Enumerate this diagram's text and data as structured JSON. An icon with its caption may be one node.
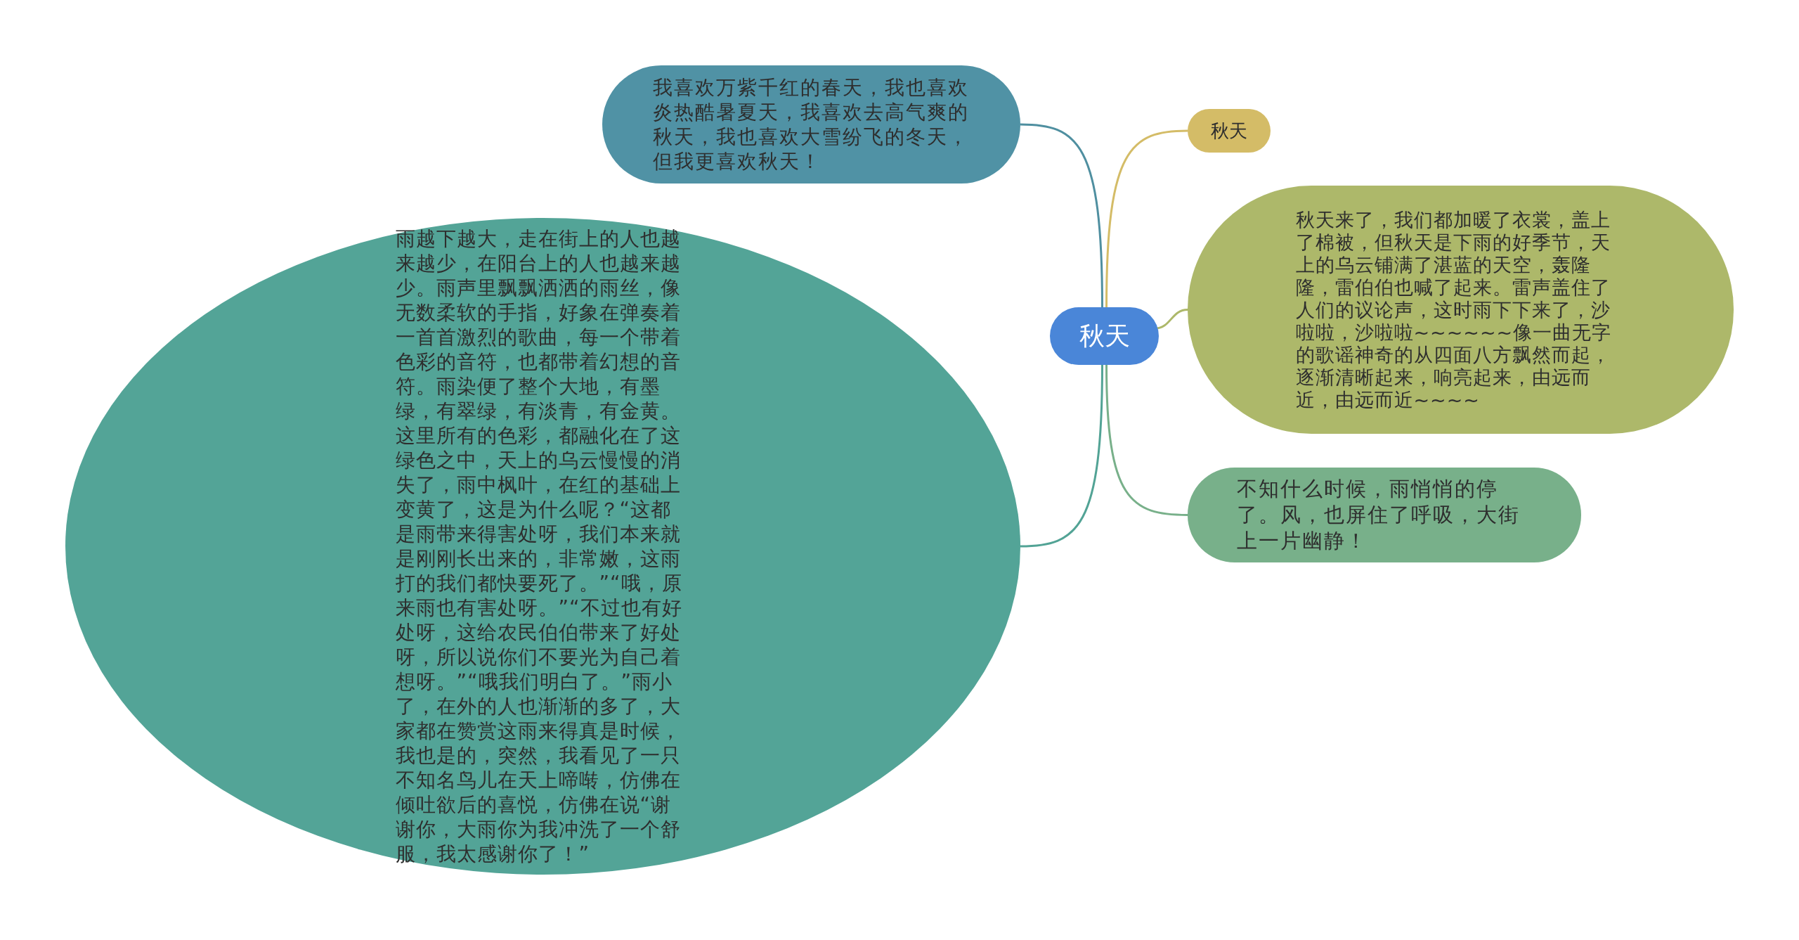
{
  "diagram": {
    "nodes": [
      {
        "text": [
          "秋天"
        ]
      },
      {
        "text": [
          "我喜欢万紫千红的春天，我也喜欢炎热酷暑夏天，我喜欢去高气爽的秋天，我也喜欢大雪纷飞的冬天，但我更喜欢秋天！"
        ]
      },
      {
        "text": [
          "秋天"
        ]
      },
      {
        "text": [
          "秋天来了，我们都加暖了衣裳，盖上了棉被，但秋天是下雨的好季节，天上的乌云铺满了湛蓝的天空，轰隆隆，雷伯伯也喊了起来。雷声盖住了人们的议论声，这时雨下下来了，沙啦啦，沙啦啦~~~~~~像一曲无字的歌谣神奇的从四面八方飘然而起，逐渐清晰起来，响亮起来，由远而近，由远而近~~~~"
        ]
      },
      {
        "text": [
          "雨越下越大，走在街上的人也越来越少，在阳台上的人也越来越少。雨声里飘飘洒洒的雨丝，像无数柔软的手指，好象在弹奏着一首首激烈的歌曲，每一个带着色彩的音符，也都带着幻想的音符。雨染便了整个大地，有墨绿，有翠绿，有淡青，有金黄。这里所有的色彩，都融化在了这绿色之中，天上的乌云慢慢的消失了，雨中枫叶，在红的基础上变黄了，这是为什么呢？“这都是雨带来得害处呀，我们本来就是刚刚长出来的，非常嫩，这雨打的我们都快要死了。”“哦，原来雨也有害处呀。”“不过也有好处呀，这给农民伯伯带来了好处呀，所以说你们不要光为自己着想呀。”“哦我们明白了。”雨小了，在外的人也渐渐的多了，大家都在赞赏这雨来得真是时候，我也是的，突然，我看见了一只不知名鸟儿在天上啼啭，仿佛在倾吐欲后的喜悦，仿佛在说“谢谢你，大雨你为我冲洗了一个舒服，我太感谢你了！”"
        ]
      },
      {
        "text": [
          "不知什么时候，雨悄悄的停了。风，也屏住了呼吸，大街上一片幽静！"
        ]
      }
    ],
    "edges": [
      {
        "from": 0,
        "to": 1,
        "arrow": "none",
        "color": "#4f8fa0"
      },
      {
        "from": 0,
        "to": 2,
        "arrow": "none",
        "color": "#d4bc67"
      },
      {
        "from": 0,
        "to": 3,
        "arrow": "none",
        "color": "#adb86a"
      },
      {
        "from": 0,
        "to": 4,
        "arrow": "none",
        "color": "#52a395"
      },
      {
        "from": 0,
        "to": 5,
        "arrow": "none",
        "color": "#78b08a"
      }
    ]
  }
}
